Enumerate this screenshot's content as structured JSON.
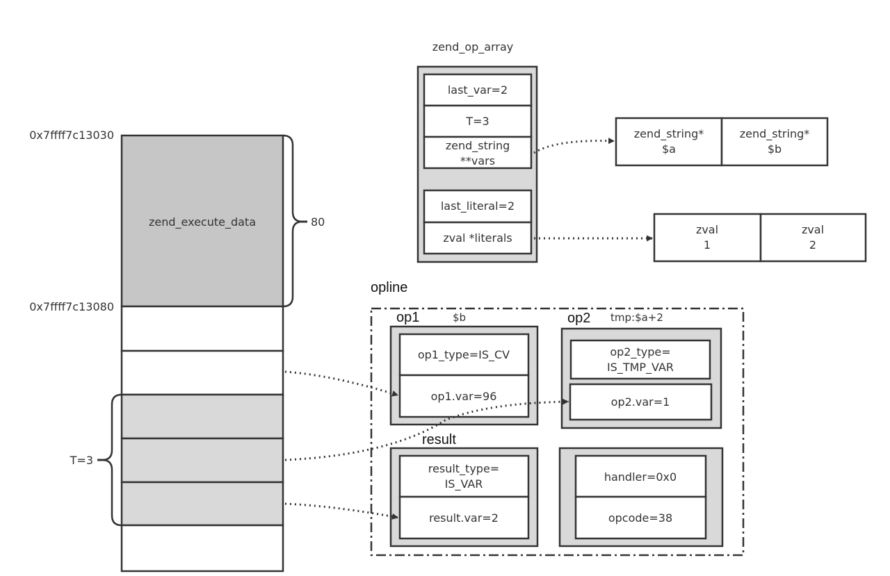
{
  "diagram": {
    "stack": {
      "address_top": "0x7ffff7c13030",
      "address_bottom": "0x7ffff7c13080",
      "execute_data_label": "zend_execute_data",
      "execute_data_size": "80",
      "tmp_brace_label": "T=3"
    },
    "op_array": {
      "title": "zend_op_array",
      "group1": [
        {
          "line1": "last_var=2",
          "line2": ""
        },
        {
          "line1": "T=3",
          "line2": ""
        },
        {
          "line1": "zend_string",
          "line2": "**vars"
        }
      ],
      "group2": [
        {
          "line1": "last_literal=2",
          "line2": ""
        },
        {
          "line1": "zval *literals",
          "line2": ""
        }
      ]
    },
    "vars_array": [
      {
        "line1": "zend_string*",
        "line2": "$a"
      },
      {
        "line1": "zend_string*",
        "line2": "$b"
      }
    ],
    "literals_array": [
      {
        "line1": "zval",
        "line2": "1"
      },
      {
        "line1": "zval",
        "line2": "2"
      }
    ],
    "opline": {
      "title": "opline",
      "op1": {
        "label": "op1",
        "note": "$b",
        "type_line1": "op1_type=IS_CV",
        "type_line2": "",
        "var": "op1.var=96"
      },
      "op2": {
        "label": "op2",
        "note": "tmp:$a+2",
        "type_line1": "op2_type=",
        "type_line2": "IS_TMP_VAR",
        "var": "op2.var=1"
      },
      "result": {
        "label": "result",
        "type_line1": "result_type=",
        "type_line2": "IS_VAR",
        "var": "result.var=2"
      },
      "handler": {
        "handler": "handler=0x0",
        "opcode": "opcode=38"
      }
    },
    "colors": {
      "stroke": "#333333",
      "dark_fill": "#c6c6c6",
      "light_fill": "#d9d9d9",
      "box_fill": "#ffffff"
    }
  }
}
